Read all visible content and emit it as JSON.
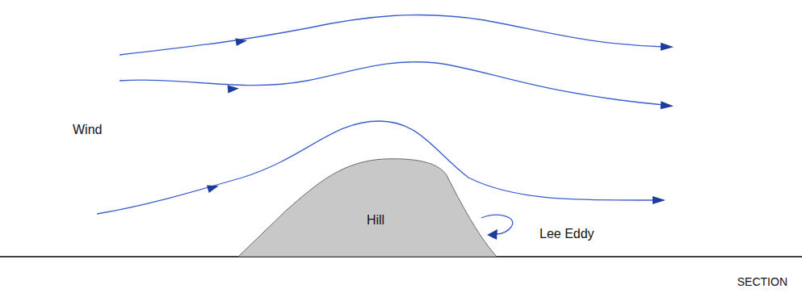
{
  "diagram": {
    "nodes": [
      {
        "text": [
          "Hill"
        ]
      }
    ],
    "labels": [
      "Wind",
      "Lee Eddy",
      "SECTION"
    ]
  }
}
